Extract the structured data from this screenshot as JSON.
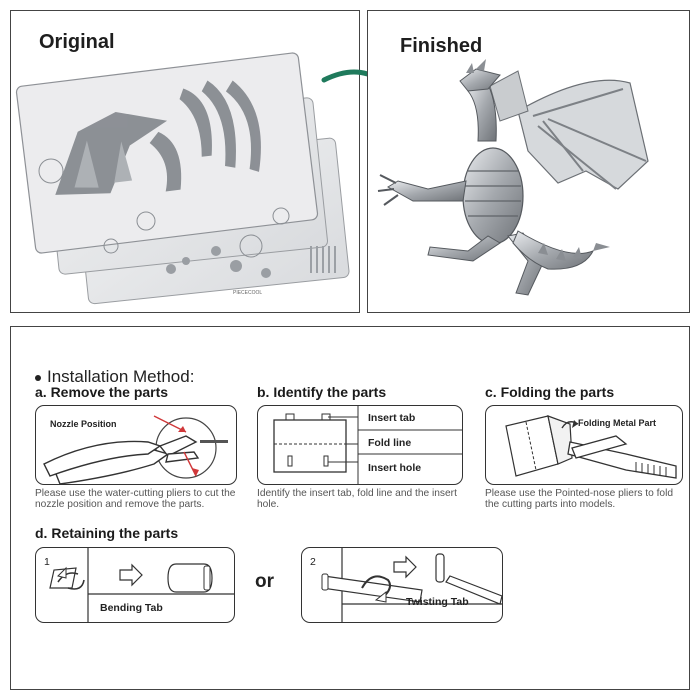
{
  "top": {
    "original_title": "Original",
    "finished_title": "Finished",
    "sheet_brand": "PIECECOOL"
  },
  "install": {
    "method_title": "Installation Method:",
    "step_a": {
      "title": "a. Remove the parts",
      "label_nozzle": "Nozzle Position",
      "desc": "Please use the water-cutting pliers to cut the nozzle position and remove the parts."
    },
    "step_b": {
      "title": "b. Identify the parts",
      "label_insert_tab": "Insert tab",
      "label_fold_line": "Fold line",
      "label_insert_hole": "Insert hole",
      "desc": "Identify the insert tab, fold line and the insert hole."
    },
    "step_c": {
      "title": "c. Folding the parts",
      "label_folding": "Folding Metal Part",
      "desc": "Please use the Pointed-nose pliers to fold the cutting parts into models."
    },
    "step_d": {
      "title": "d. Retaining the parts",
      "num_1": "1",
      "label_bending": "Bending Tab",
      "or": "or",
      "num_2": "2",
      "label_twisting": "Twisting Tab"
    }
  },
  "colors": {
    "arrow": "#1f7a5c",
    "metal": "#a9adb2",
    "border": "#444444"
  }
}
